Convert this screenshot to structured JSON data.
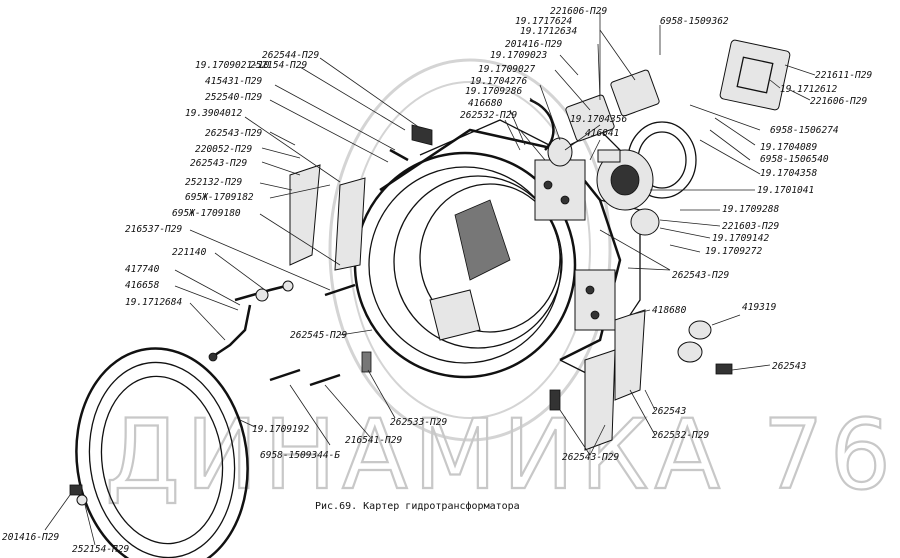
{
  "caption": "Рис.69. Картер гидротрансформатора",
  "watermark": "ДИНАМИКА 76",
  "labels": [
    "262544-П29",
    "252154-П29",
    "19.1709021-10",
    "415431-П29",
    "252540-П29",
    "19.3904012",
    "262543-П29",
    "220052-П29",
    "262543-П29",
    "252132-П29",
    "695Ж-1709182",
    "695Ж-1709180",
    "216537-П29",
    "221140",
    "417740",
    "416658",
    "19.1712684",
    "262545-П29",
    "19.1709192",
    "6958-1509344-Б",
    "216541-П29",
    "262533-П29",
    "201416-П29",
    "252154-П29",
    "221606-П29",
    "19.1717624",
    "19.1712634",
    "201416-П29",
    "19.1709023",
    "19.1709027",
    "19.1704276",
    "19.1709286",
    "416680",
    "262532-П29",
    "19.1704356",
    "416041",
    "6958-1509362",
    "221611-П29",
    "19.1712612",
    "221606-П29",
    "6958-1506274",
    "19.1704089",
    "6958-1506540",
    "19.1704358",
    "19.1701041",
    "19.1709288",
    "221603-П29",
    "19.1709142",
    "19.1709272",
    "262543-П29",
    "418680",
    "419319",
    "262543",
    "262543",
    "262532-П29",
    "262543-П29"
  ]
}
